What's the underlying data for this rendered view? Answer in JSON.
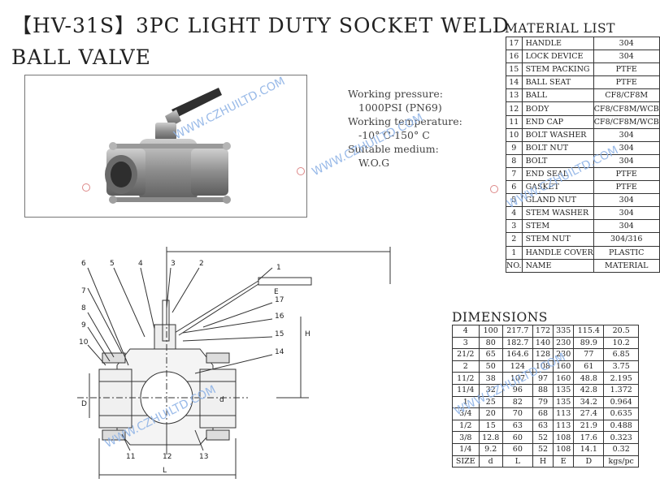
{
  "title": {
    "line1": "【HV-31S】3PC LIGHT DUTY SOCKET WELD",
    "line2": "BALL VALVE"
  },
  "specs": {
    "pressure_label": "Working pressure:",
    "pressure_value": "1000PSI (PN69)",
    "temperature_label": "Working temperature:",
    "temperature_value": "-10° C-150° C",
    "medium_label": "Suitable medium:",
    "medium_value": "W.O.G"
  },
  "watermark": "WWW.CZHUILTD.COM",
  "drawing": {
    "callouts": [
      "1",
      "2",
      "3",
      "4",
      "5",
      "6",
      "7",
      "8",
      "9",
      "10",
      "11",
      "12",
      "13",
      "14",
      "15",
      "16",
      "17"
    ],
    "dims": {
      "E": "E",
      "H": "H",
      "L": "L",
      "D": "D",
      "d": "d"
    }
  },
  "material_list": {
    "title": "MATERIAL LIST",
    "header": {
      "no": "NO.",
      "name": "NAME",
      "material": "MATERIAL"
    },
    "rows": [
      {
        "no": "17",
        "name": "HANDLE",
        "material": "304"
      },
      {
        "no": "16",
        "name": "LOCK DEVICE",
        "material": "304"
      },
      {
        "no": "15",
        "name": "STEM PACKING",
        "material": "PTFE"
      },
      {
        "no": "14",
        "name": "BALL SEAT",
        "material": "PTFE"
      },
      {
        "no": "13",
        "name": "BALL",
        "material": "CF8/CF8M"
      },
      {
        "no": "12",
        "name": "BODY",
        "material": "CF8/CF8M/WCB"
      },
      {
        "no": "11",
        "name": "END CAP",
        "material": "CF8/CF8M/WCB"
      },
      {
        "no": "10",
        "name": "BOLT WASHER",
        "material": "304"
      },
      {
        "no": "9",
        "name": "BOLT NUT",
        "material": "304"
      },
      {
        "no": "8",
        "name": "BOLT",
        "material": "304"
      },
      {
        "no": "7",
        "name": "END SEAL",
        "material": "PTFE"
      },
      {
        "no": "6",
        "name": "GASKET",
        "material": "PTFE"
      },
      {
        "no": "5",
        "name": "GLAND NUT",
        "material": "304"
      },
      {
        "no": "4",
        "name": "STEM WASHER",
        "material": "304"
      },
      {
        "no": "3",
        "name": "STEM",
        "material": "304"
      },
      {
        "no": "2",
        "name": "STEM NUT",
        "material": "304/316"
      },
      {
        "no": "1",
        "name": "HANDLE COVER",
        "material": "PLASTIC"
      }
    ]
  },
  "dimensions": {
    "title": "DIMENSIONS",
    "header": [
      "SIZE",
      "d",
      "L",
      "H",
      "E",
      "D",
      "kgs/pc"
    ],
    "rows": [
      [
        "4",
        "100",
        "217.7",
        "172",
        "335",
        "115.4",
        "20.5"
      ],
      [
        "3",
        "80",
        "182.7",
        "140",
        "230",
        "89.9",
        "10.2"
      ],
      [
        "21/2",
        "65",
        "164.6",
        "128",
        "230",
        "77",
        "6.85"
      ],
      [
        "2",
        "50",
        "124",
        "108",
        "160",
        "61",
        "3.75"
      ],
      [
        "11/2",
        "38",
        "107",
        "97",
        "160",
        "48.8",
        "2.195"
      ],
      [
        "11/4",
        "32",
        "96",
        "88",
        "135",
        "42.8",
        "1.372"
      ],
      [
        "1",
        "25",
        "82",
        "79",
        "135",
        "34.2",
        "0.964"
      ],
      [
        "3/4",
        "20",
        "70",
        "68",
        "113",
        "27.4",
        "0.635"
      ],
      [
        "1/2",
        "15",
        "63",
        "63",
        "113",
        "21.9",
        "0.488"
      ],
      [
        "3/8",
        "12.8",
        "60",
        "52",
        "108",
        "17.6",
        "0.323"
      ],
      [
        "1/4",
        "9.2",
        "60",
        "52",
        "108",
        "14.1",
        "0.32"
      ]
    ]
  }
}
